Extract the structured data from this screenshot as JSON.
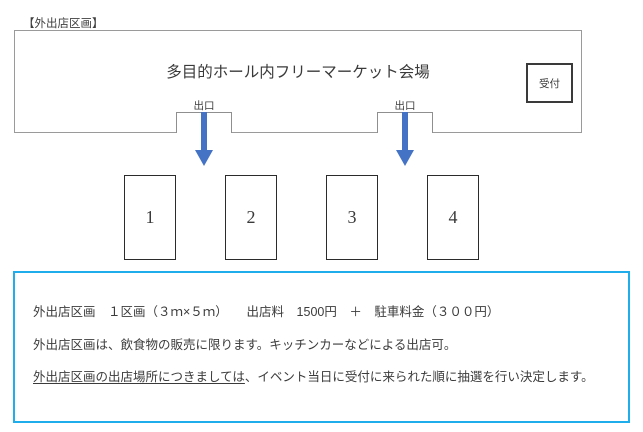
{
  "diagram": {
    "section_title": "【外出店区画】",
    "hall": {
      "title": "多目的ホール内フリーマーケット会場",
      "reception_label": "受付"
    },
    "exits": [
      {
        "name": "exit-left",
        "label": "出口"
      },
      {
        "name": "exit-right",
        "label": "出口"
      }
    ],
    "arrows": [
      {
        "name": "flow-arrow-left",
        "direction": "down",
        "color": "#4472C4"
      },
      {
        "name": "flow-arrow-right",
        "direction": "down",
        "color": "#4472C4"
      }
    ],
    "booths": [
      {
        "number": "1"
      },
      {
        "number": "2"
      },
      {
        "number": "3"
      },
      {
        "number": "4"
      }
    ]
  },
  "info_panel": {
    "border_color": "#1fadeb",
    "line1": "外出店区画　１区画（３ｍ×５ｍ）　　出店料　1500円　＋　駐車料金（３００円）",
    "line2": "外出店区画は、飲食物の販売に限ります。キッチンカーなどによる出店可。",
    "line3_underlined": "外出店区画の出店場所につきましては",
    "line3_rest": "、イベント当日に受付に来られた順に抽選を行い決定します。"
  }
}
